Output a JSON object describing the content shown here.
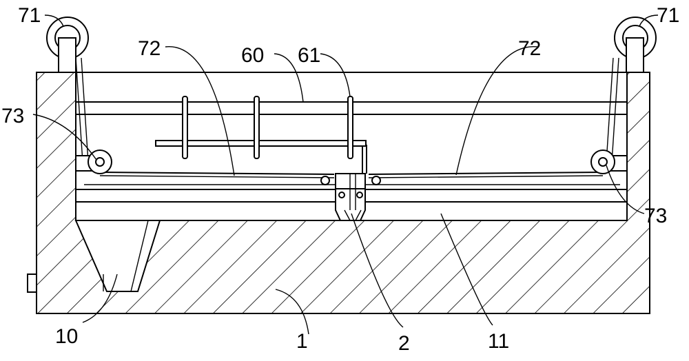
{
  "labels": {
    "l71_left": "71",
    "l71_right": "71",
    "l72_left": "72",
    "l72_right": "72",
    "l60": "60",
    "l61": "61",
    "l73_left": "73",
    "l73_right": "73",
    "l10": "10",
    "l1": "1",
    "l2": "2",
    "l11": "11"
  }
}
